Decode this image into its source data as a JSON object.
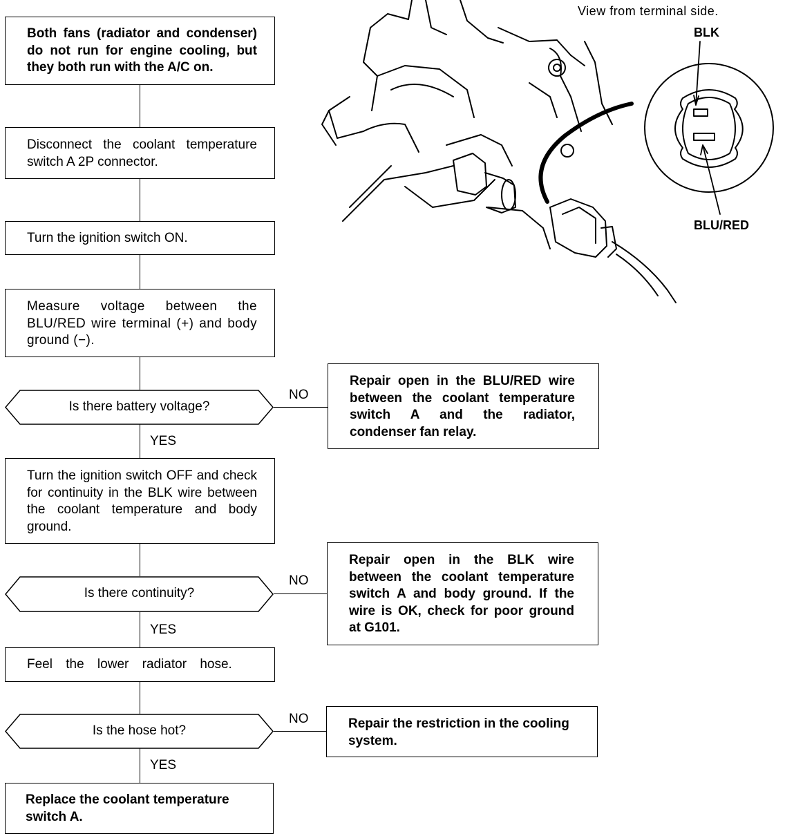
{
  "flow": {
    "start": "Both fans (radiator and condenser) do not run for engine cooling, but they both run with the A/C on.",
    "step_disconnect": "Disconnect the coolant temperature switch A 2P connector.",
    "step_ignition_on": "Turn the ignition switch ON.",
    "step_measure": "Measure voltage between the BLU/RED wire terminal (+) and body ground (−).",
    "decision_voltage": "Is there battery voltage?",
    "step_continuity_check": "Turn the ignition switch OFF and check for continuity in the BLK wire between the coolant temperature and body ground.",
    "decision_continuity": "Is there continuity?",
    "step_feel_hose": "Feel the lower radiator hose.",
    "decision_hose": "Is the hose hot?",
    "end_replace": "Replace the coolant temperature switch A.",
    "repair_blu_red": "Repair open in the BLU/RED wire between the coolant temperature switch A and the radiator, condenser fan relay.",
    "repair_blk": "Repair open in the BLK wire between the coolant temperature switch A and body ground. If the wire is OK, check for poor ground at G101.",
    "repair_restriction": "Repair the restriction in the cooling system.",
    "yes_label": "YES",
    "no_label": "NO"
  },
  "illustration": {
    "caption": "View from terminal side.",
    "wire_top": "BLK",
    "wire_bottom": "BLU/RED"
  }
}
